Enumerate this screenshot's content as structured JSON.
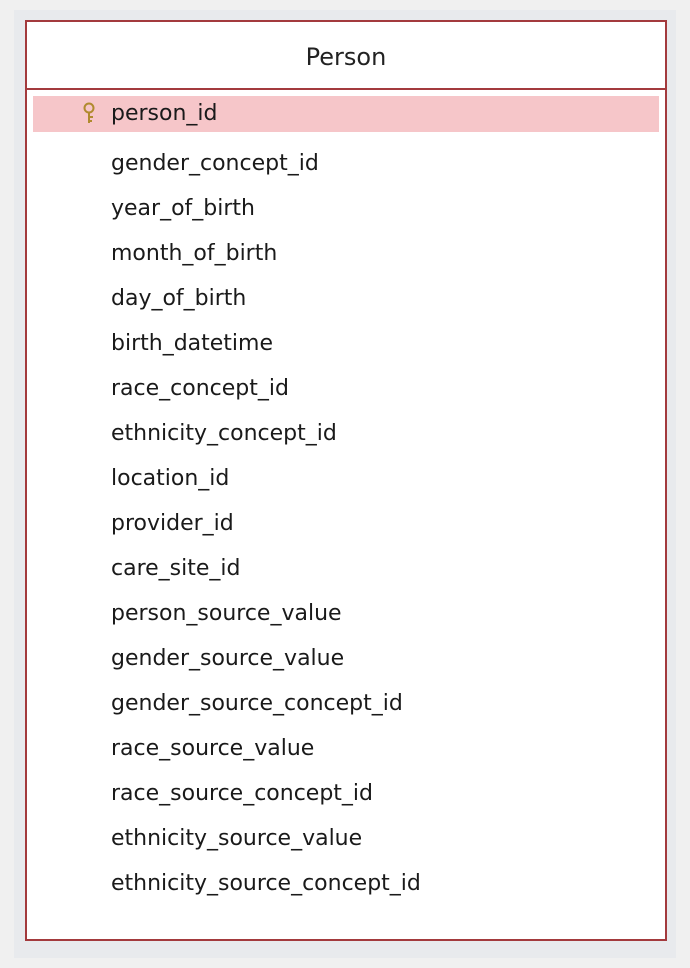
{
  "table": {
    "title": "Person",
    "fields": [
      {
        "label": "person_id",
        "primary_key": true
      },
      {
        "label": "gender_concept_id"
      },
      {
        "label": "year_of_birth"
      },
      {
        "label": "month_of_birth"
      },
      {
        "label": "day_of_birth"
      },
      {
        "label": "birth_datetime"
      },
      {
        "label": "race_concept_id"
      },
      {
        "label": "ethnicity_concept_id"
      },
      {
        "label": "location_id"
      },
      {
        "label": "provider_id"
      },
      {
        "label": "care_site_id"
      },
      {
        "label": "person_source_value"
      },
      {
        "label": "gender_source_value"
      },
      {
        "label": "gender_source_concept_id"
      },
      {
        "label": "race_source_value"
      },
      {
        "label": "race_source_concept_id"
      },
      {
        "label": "ethnicity_source_value"
      },
      {
        "label": "ethnicity_source_concept_id"
      }
    ]
  },
  "colors": {
    "border": "#a33a3d",
    "selected_row": "#f6c6c9",
    "key_icon": "#b08a2e"
  },
  "icons": {
    "primary_key": "key-icon"
  }
}
